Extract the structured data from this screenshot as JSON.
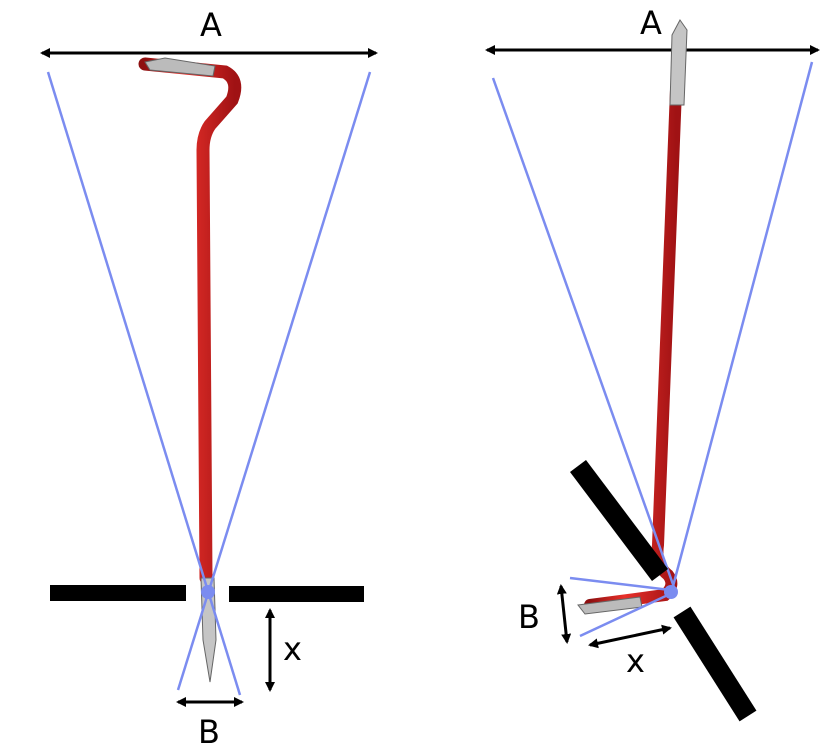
{
  "left_diagram": {
    "label_a": "A",
    "label_b": "B",
    "label_x": "x"
  },
  "right_diagram": {
    "label_a": "A",
    "label_b": "B",
    "label_x": "x"
  },
  "colors": {
    "crowbar": "#d9201e",
    "sightline": "#7b8cf0",
    "surface": "#000000",
    "pivot": "#7b8cf0"
  }
}
